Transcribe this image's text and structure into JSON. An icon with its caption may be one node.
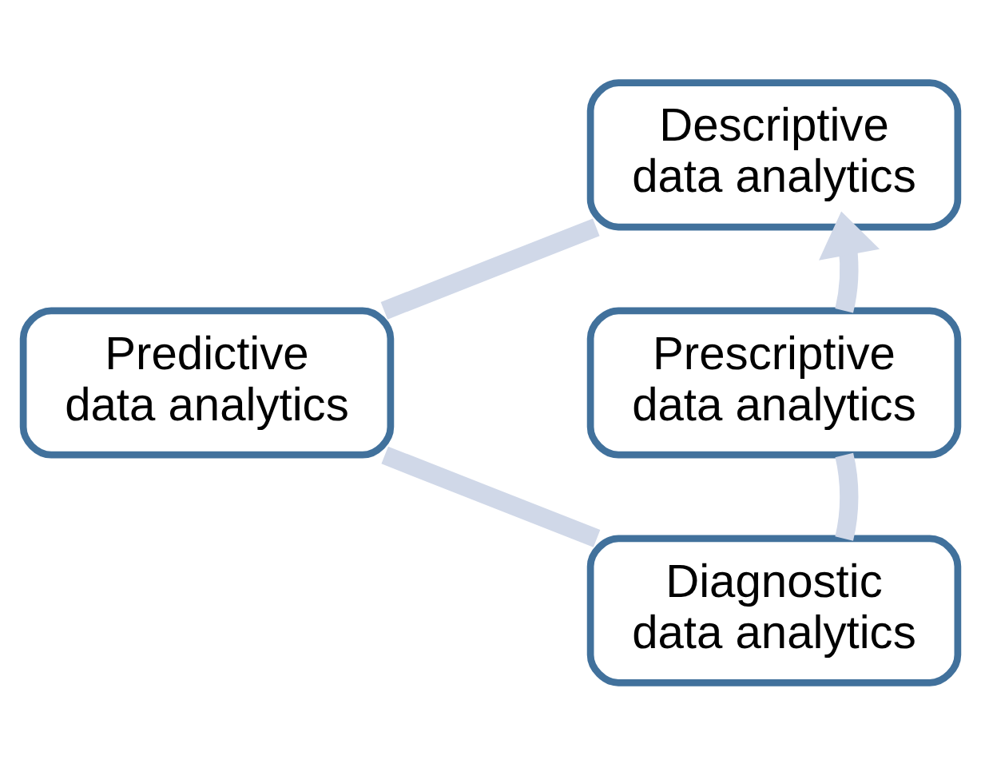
{
  "diagram": {
    "nodes": [
      {
        "text": [
          "Descriptive data analytics"
        ]
      },
      {
        "text": [
          "Predictive data analytics"
        ]
      },
      {
        "text": [
          "Diagnostic data analytics"
        ]
      },
      {
        "text": [
          "Prescriptive data analytics"
        ]
      }
    ],
    "edges": [
      {
        "from": 0,
        "to": 1,
        "arrow": "none"
      },
      {
        "from": 1,
        "to": 2,
        "arrow": "none"
      },
      {
        "from": 2,
        "to": 3,
        "arrow": "none"
      },
      {
        "from": 3,
        "to": 0,
        "arrow": "to"
      }
    ]
  }
}
